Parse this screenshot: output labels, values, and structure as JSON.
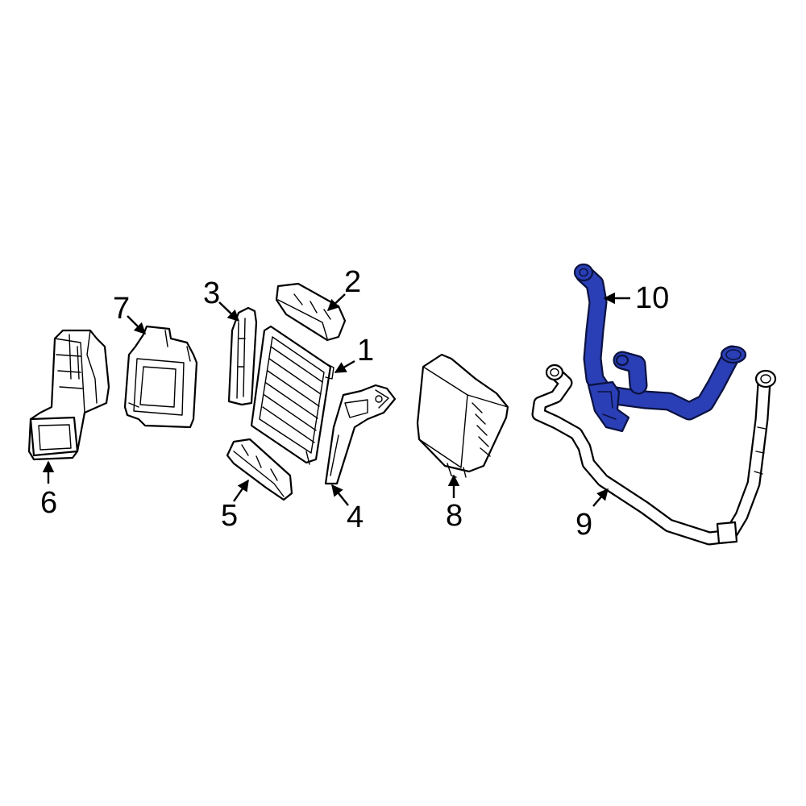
{
  "diagram": {
    "highlight_color": "#2a3fb5",
    "callouts": [
      {
        "id": "1",
        "label": "1"
      },
      {
        "id": "2",
        "label": "2"
      },
      {
        "id": "3",
        "label": "3"
      },
      {
        "id": "4",
        "label": "4"
      },
      {
        "id": "5",
        "label": "5"
      },
      {
        "id": "6",
        "label": "6"
      },
      {
        "id": "7",
        "label": "7"
      },
      {
        "id": "8",
        "label": "8"
      },
      {
        "id": "9",
        "label": "9"
      },
      {
        "id": "10",
        "label": "10"
      }
    ],
    "highlighted_part": "10"
  }
}
